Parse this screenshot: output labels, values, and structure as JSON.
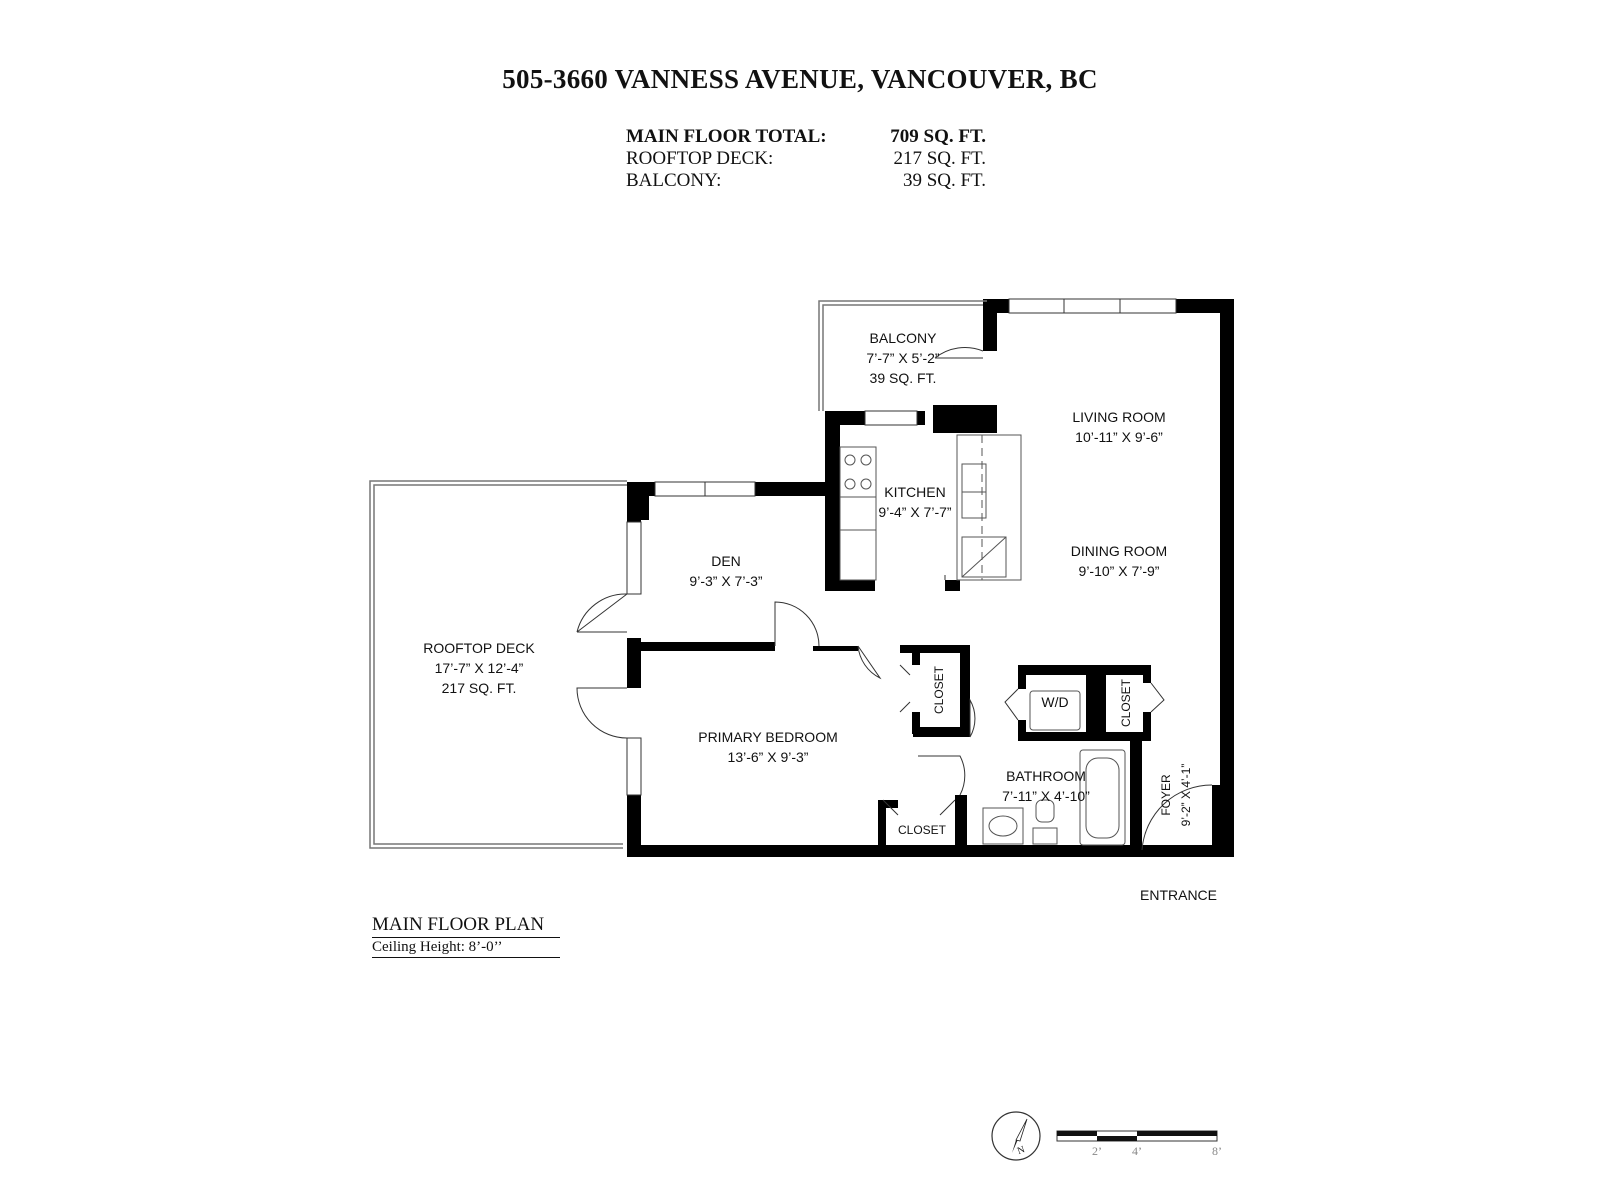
{
  "title": "505-3660 VANNESS AVENUE, VANCOUVER, BC",
  "areas": [
    {
      "label": "MAIN FLOOR TOTAL:",
      "value": "709 SQ. FT.",
      "bold": true
    },
    {
      "label": "ROOFTOP DECK:",
      "value": "217 SQ. FT.",
      "bold": false
    },
    {
      "label": "BALCONY:",
      "value": "39 SQ. FT.",
      "bold": false
    }
  ],
  "rooms": {
    "balcony": {
      "name": "BALCONY",
      "dims": "7’-7” X 5’-2”",
      "area": "39 SQ. FT."
    },
    "living": {
      "name": "LIVING ROOM",
      "dims": "10’-11” X 9’-6”"
    },
    "kitchen": {
      "name": "KITCHEN",
      "dims": "9’-4” X 7’-7”"
    },
    "dining": {
      "name": "DINING ROOM",
      "dims": "9’-10” X 7’-9”"
    },
    "den": {
      "name": "DEN",
      "dims": "9’-3” X 7’-3”"
    },
    "rooftop": {
      "name": "ROOFTOP DECK",
      "dims": "17’-7” X 12’-4”",
      "area": "217 SQ. FT."
    },
    "bedroom": {
      "name": "PRIMARY BEDROOM",
      "dims": "13’-6” X 9’-3”"
    },
    "bathroom": {
      "name": "BATHROOM",
      "dims": "7’-11” X 4’-10”"
    },
    "foyer": {
      "name": "FOYER",
      "dims": "9’-2” X 4’-1”"
    },
    "closet1": "CLOSET",
    "closet2": "CLOSET",
    "closet3": "CLOSET",
    "wd": "W/D"
  },
  "entrance": "ENTRANCE",
  "plan_title": "MAIN FLOOR PLAN",
  "ceiling": "Ceiling Height: 8’-0’’",
  "compass": {
    "icon": "north-arrow-icon",
    "label": "N"
  },
  "scale": {
    "ticks": [
      "2’",
      "4’",
      "8’"
    ]
  }
}
